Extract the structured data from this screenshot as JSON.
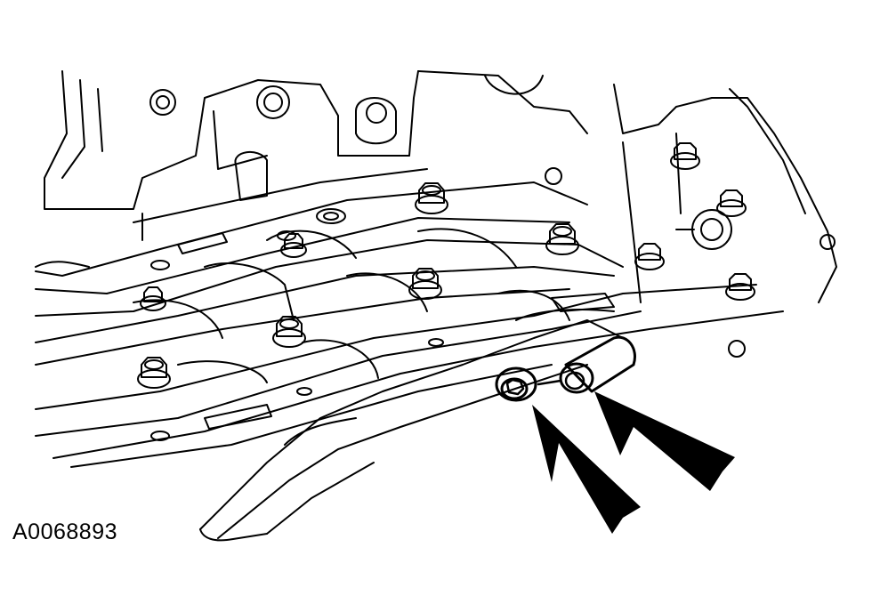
{
  "figure": {
    "id_label": "A0068893",
    "line_color": "#000000",
    "background_color": "#ffffff",
    "callouts": [
      {
        "name": "arrow-left",
        "target": "bolt-left"
      },
      {
        "name": "arrow-right",
        "target": "bolt-right"
      }
    ]
  }
}
